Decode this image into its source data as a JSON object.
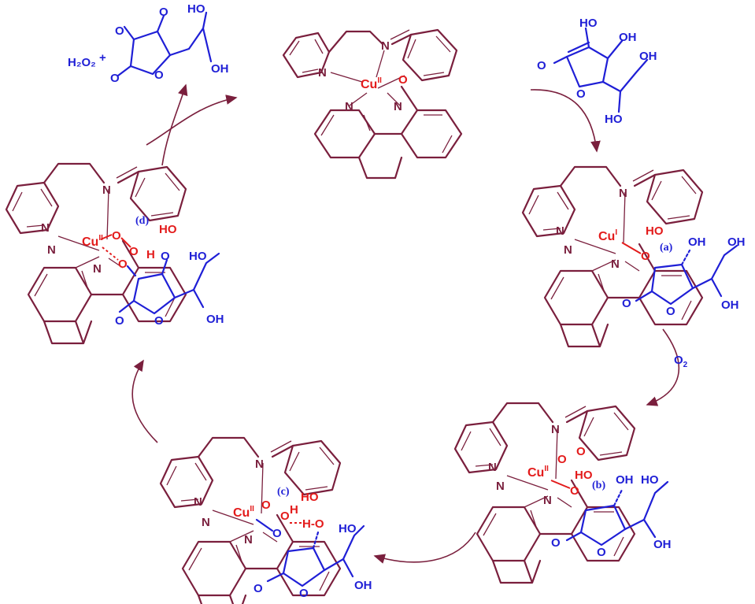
{
  "colors": {
    "ligand": "#7a1f3d",
    "oxygen": "#e31b1b",
    "ascorbate": "#1f1fd6",
    "arrow": "#7a1f3d"
  },
  "atoms": {
    "N": "N",
    "O": "O",
    "Cu": "Cu",
    "OH": "OH",
    "HO": "HO",
    "H": "H",
    "HO_dash": "H-O"
  },
  "oxidation": {
    "II": "II",
    "I": "I"
  },
  "labels": {
    "a": "(a)",
    "b": "(b)",
    "c": "(c)",
    "d": "(d)"
  },
  "reagents": {
    "h2o2": "H₂O₂",
    "plus": "+",
    "o2": "O",
    "o2_sub": "2"
  }
}
